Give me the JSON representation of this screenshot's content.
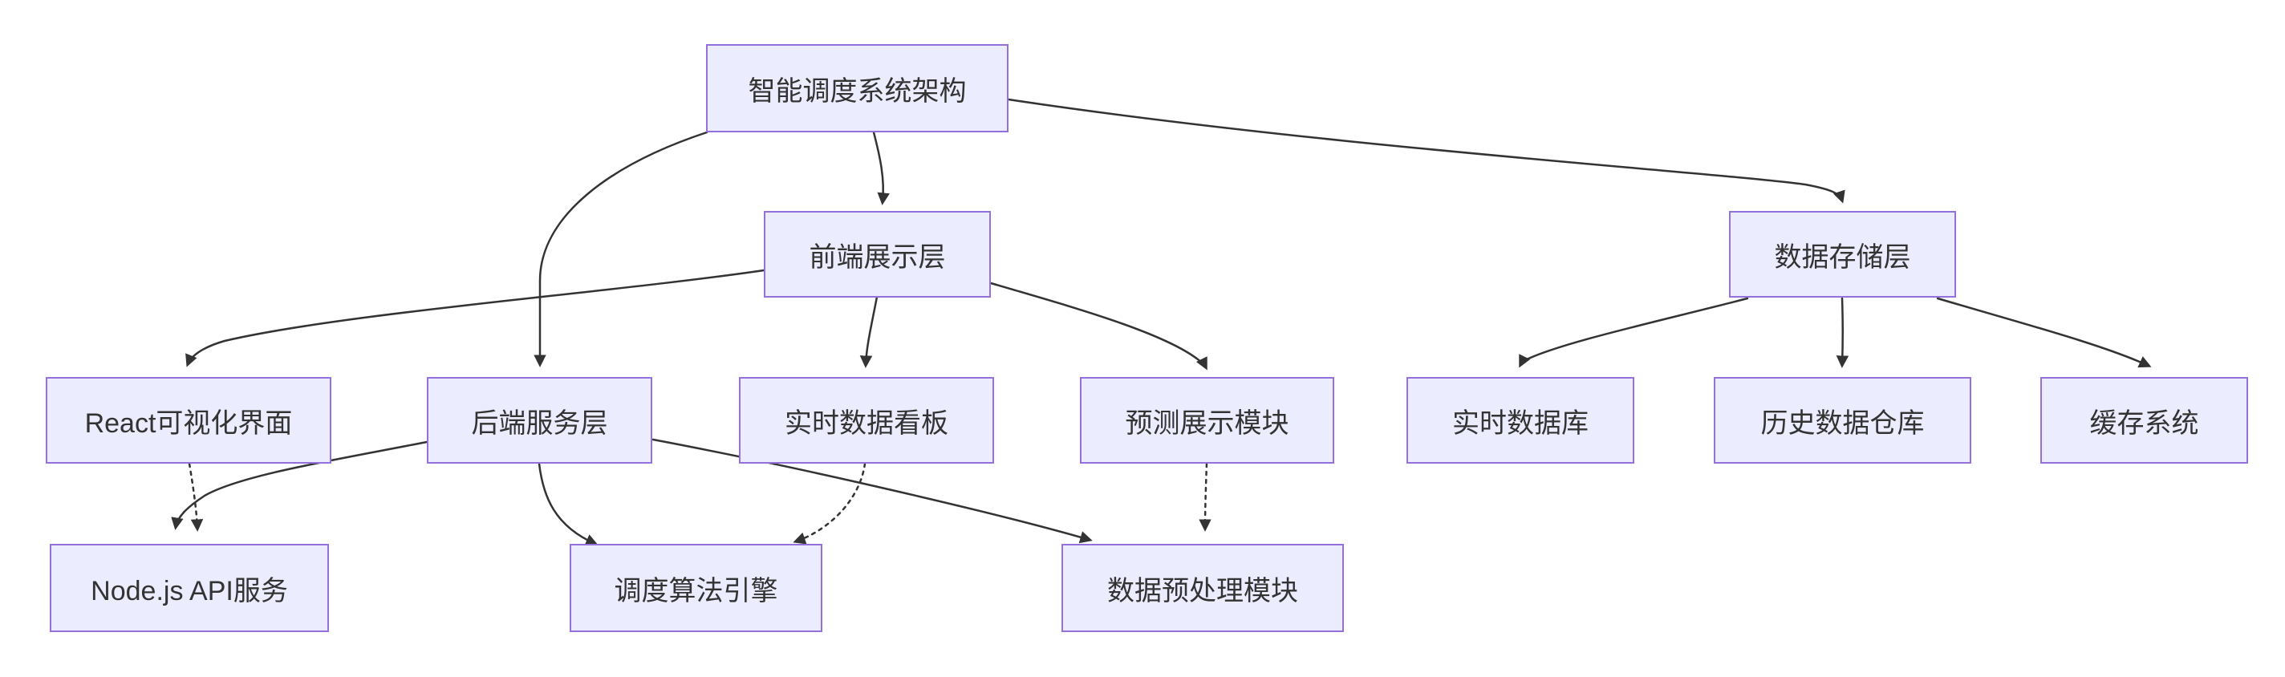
{
  "diagram": {
    "kind": "flowchart",
    "direction": "top-down",
    "colors": {
      "node_fill": "#ECECFF",
      "node_border": "#9370DB",
      "edge_stroke": "#333333",
      "text": "#333333",
      "background": "#FFFFFF"
    },
    "nodes": [
      {
        "id": "root",
        "label": "智能调度系统架构"
      },
      {
        "id": "frontend",
        "label": "前端展示层"
      },
      {
        "id": "storage",
        "label": "数据存储层"
      },
      {
        "id": "react_ui",
        "label": "React可视化界面"
      },
      {
        "id": "backend",
        "label": "后端服务层"
      },
      {
        "id": "dashboard",
        "label": "实时数据看板"
      },
      {
        "id": "forecast",
        "label": "预测展示模块"
      },
      {
        "id": "realtime_db",
        "label": "实时数据库"
      },
      {
        "id": "history_db",
        "label": "历史数据仓库"
      },
      {
        "id": "cache",
        "label": "缓存系统"
      },
      {
        "id": "nodejs_api",
        "label": "Node.js API服务"
      },
      {
        "id": "engine",
        "label": "调度算法引擎"
      },
      {
        "id": "preprocess",
        "label": "数据预处理模块"
      }
    ],
    "edges": [
      {
        "from": "root",
        "to": "frontend",
        "style": "solid"
      },
      {
        "from": "root",
        "to": "backend",
        "style": "solid"
      },
      {
        "from": "root",
        "to": "storage",
        "style": "solid"
      },
      {
        "from": "frontend",
        "to": "react_ui",
        "style": "solid"
      },
      {
        "from": "frontend",
        "to": "dashboard",
        "style": "solid"
      },
      {
        "from": "frontend",
        "to": "forecast",
        "style": "solid"
      },
      {
        "from": "backend",
        "to": "nodejs_api",
        "style": "solid"
      },
      {
        "from": "backend",
        "to": "engine",
        "style": "solid"
      },
      {
        "from": "backend",
        "to": "preprocess",
        "style": "solid"
      },
      {
        "from": "storage",
        "to": "realtime_db",
        "style": "solid"
      },
      {
        "from": "storage",
        "to": "history_db",
        "style": "solid"
      },
      {
        "from": "storage",
        "to": "cache",
        "style": "solid"
      },
      {
        "from": "react_ui",
        "to": "nodejs_api",
        "style": "dashed"
      },
      {
        "from": "dashboard",
        "to": "engine",
        "style": "dashed"
      },
      {
        "from": "forecast",
        "to": "preprocess",
        "style": "dashed"
      }
    ]
  }
}
